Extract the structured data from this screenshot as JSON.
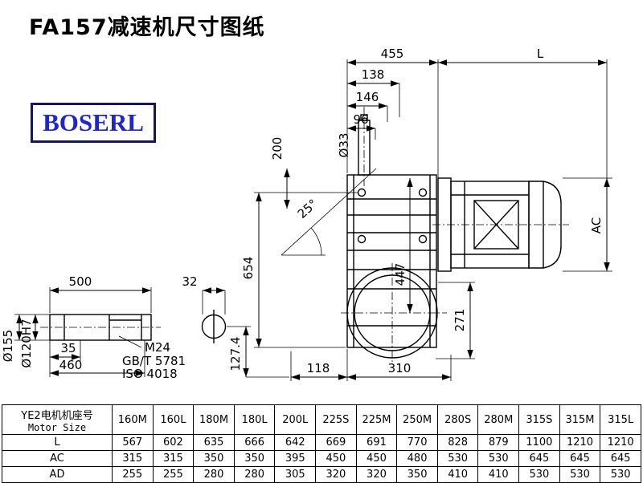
{
  "page": {
    "title": "FA157减速机尺寸图纸",
    "logo": "BOSERL"
  },
  "drawing": {
    "dims": {
      "w455": "455",
      "L": "L",
      "d138": "138",
      "d146": "146",
      "d96": "96",
      "dia33": "Ø33",
      "h200": "200",
      "a25": "25°",
      "h654": "654",
      "h447": "447",
      "AC": "AC",
      "h271": "271",
      "w118": "118",
      "w310": "310",
      "w500": "500",
      "w32": "32",
      "w35": "35",
      "w460": "460",
      "dia155": "Ø155",
      "dia120": "Ø120H7",
      "m24": "M24",
      "gb": "GB/T 5781",
      "iso": "ISO 4018",
      "h127": "127.4"
    }
  },
  "table": {
    "header_cn": "YE2电机机座号",
    "header_en": "Motor Size",
    "columns": [
      "160M",
      "160L",
      "180M",
      "180L",
      "200L",
      "225S",
      "225M",
      "250M",
      "280S",
      "280M",
      "315S",
      "315M",
      "315L"
    ],
    "rows": [
      {
        "label": "L",
        "values": [
          "567",
          "602",
          "635",
          "666",
          "642",
          "669",
          "691",
          "770",
          "828",
          "879",
          "1100",
          "1210",
          "1210"
        ]
      },
      {
        "label": "AC",
        "values": [
          "315",
          "315",
          "350",
          "350",
          "395",
          "450",
          "450",
          "480",
          "530",
          "530",
          "645",
          "645",
          "645"
        ]
      },
      {
        "label": "AD",
        "values": [
          "255",
          "255",
          "280",
          "280",
          "305",
          "320",
          "320",
          "350",
          "410",
          "410",
          "530",
          "530",
          "530"
        ]
      }
    ]
  }
}
